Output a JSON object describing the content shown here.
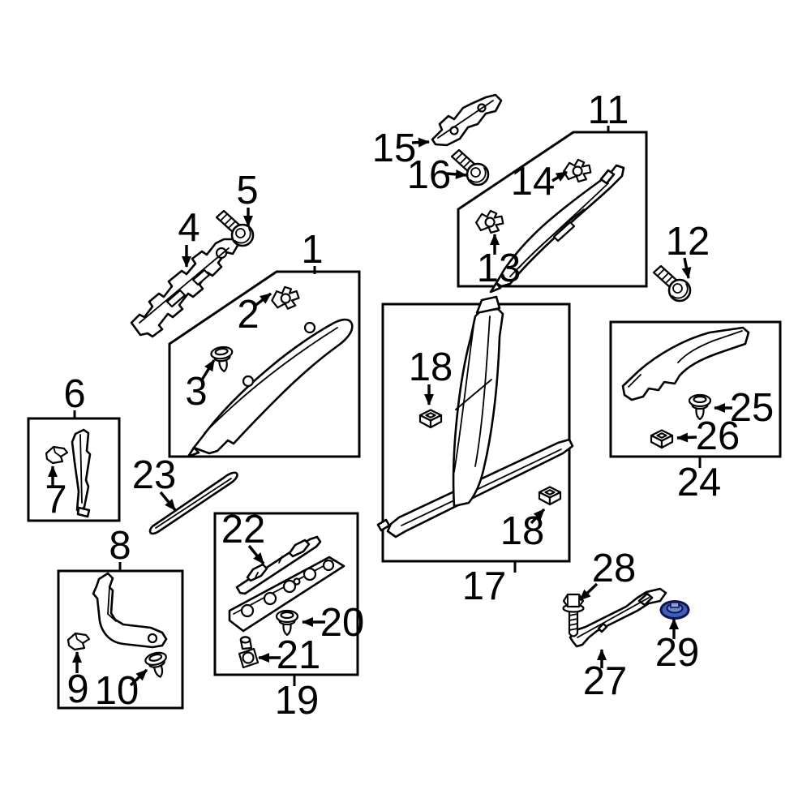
{
  "diagram": {
    "type": "exploded-parts-diagram",
    "background_color": "#ffffff",
    "line_color": "#000000",
    "highlight_color": "#3c60b4",
    "highlighted_part": "29",
    "labels": {
      "n1": "1",
      "n2": "2",
      "n3": "3",
      "n4": "4",
      "n5": "5",
      "n6": "6",
      "n7": "7",
      "n8": "8",
      "n9": "9",
      "n10": "10",
      "n11": "11",
      "n12": "12",
      "n13": "13",
      "n14": "14",
      "n15": "15",
      "n16": "16",
      "n17": "17",
      "n18a": "18",
      "n18b": "18",
      "n19": "19",
      "n20": "20",
      "n21": "21",
      "n22": "22",
      "n23": "23",
      "n24": "24",
      "n25": "25",
      "n26": "26",
      "n27": "27",
      "n28": "28",
      "n29": "29"
    }
  }
}
